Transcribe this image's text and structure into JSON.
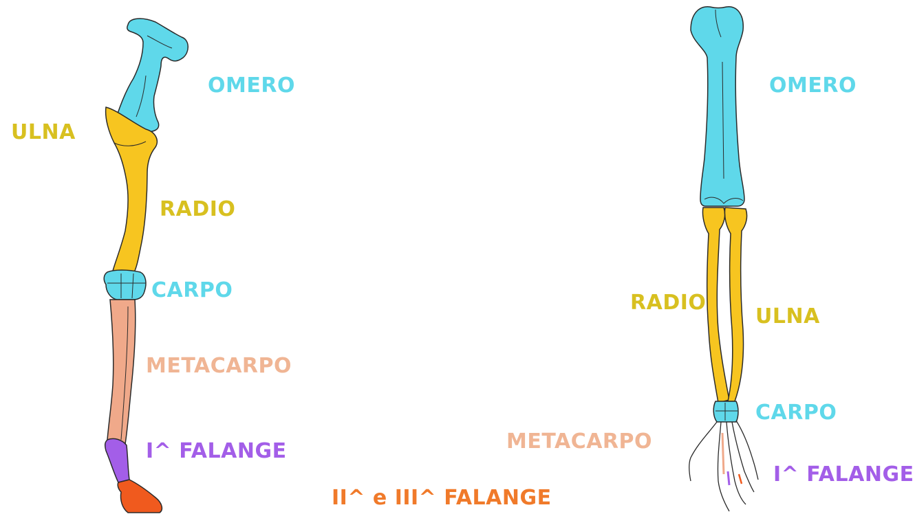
{
  "colors": {
    "humerus": "#5fd8ea",
    "carpus": "#5fd8ea",
    "radius_ulna": "#f7c520",
    "metacarpus": "#f0a98a",
    "phalanx1": "#a35ee8",
    "phalanx23": "#f05a1e",
    "outline": "#2a2a2a"
  },
  "left_limb": {
    "omero": "OMERO",
    "ulna": "ULNA",
    "radio": "RADIO",
    "carpo": "CARPO",
    "metacarpo": "METACARPO",
    "falange1": "I^ FALANGE",
    "falange23": "II^ e III^ FALANGE"
  },
  "right_limb": {
    "omero": "OMERO",
    "radio": "RADIO",
    "ulna": "ULNA",
    "carpo": "CARPO",
    "metacarpo": "METACARPO",
    "falange1": "I^ FALANGE"
  }
}
